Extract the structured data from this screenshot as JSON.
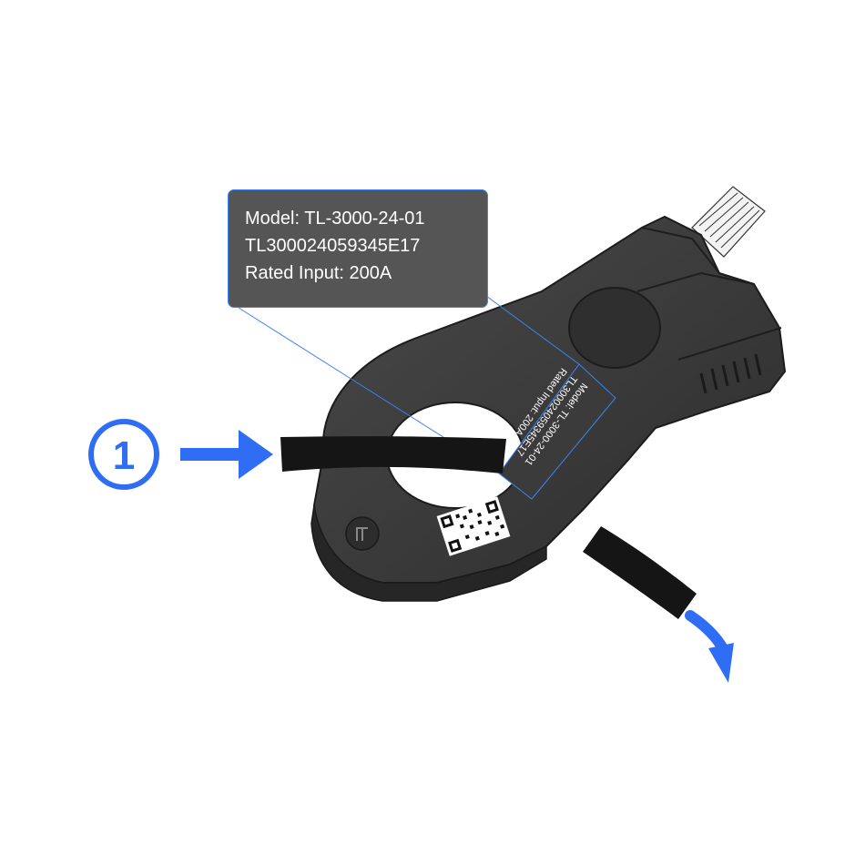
{
  "callout": {
    "line1": "Model: TL-3000-24-01",
    "line2": "TL300024059345E17",
    "line3": "Rated Input: 200A"
  },
  "device_label": {
    "line1": "Model: TL-3000-24-01",
    "line2": "TL300024059345E17",
    "line3": "Rated Input: 200A"
  },
  "step": {
    "number": "1"
  },
  "icons": {
    "step": "numbered-circle-icon",
    "direction": "right-arrow-icon",
    "exit": "curved-down-arrow-icon"
  },
  "colors": {
    "accent": "#2f6df5",
    "device_body": "#353535",
    "callout_bg": "#555555",
    "cable": "#151515"
  }
}
